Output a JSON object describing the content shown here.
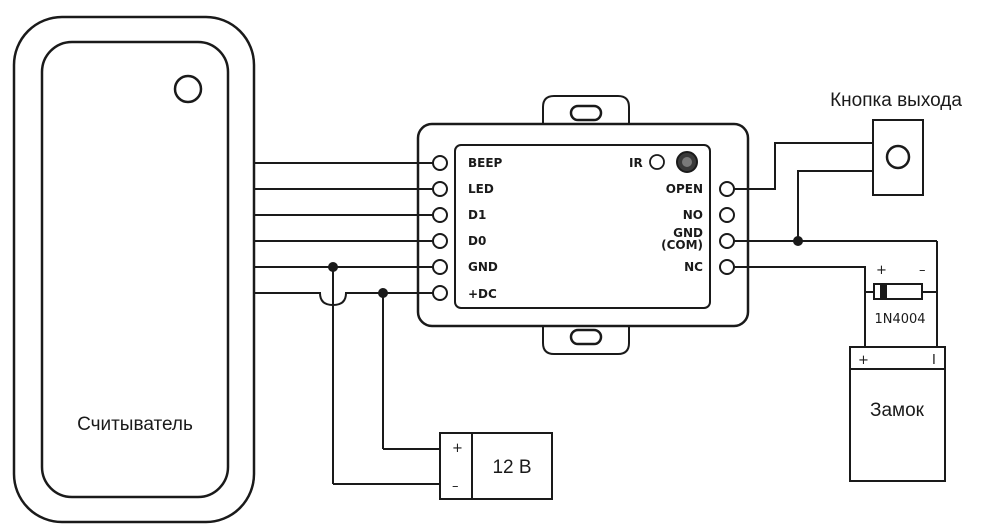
{
  "reader": {
    "label": "Считыватель"
  },
  "controller": {
    "left_terminals": [
      "BEEP",
      "LED",
      "D1",
      "D0",
      "GND",
      "+DC"
    ],
    "ir_label": "IR",
    "right_terminals": [
      "OPEN",
      "NO",
      "GND",
      "(COM)",
      "NC"
    ]
  },
  "exit_button": {
    "label": "Кнопка выхода"
  },
  "diode": {
    "label": "1N4004",
    "plus": "+",
    "minus": "–"
  },
  "lock": {
    "label": "Замок",
    "plus": "+",
    "minus": "I"
  },
  "power": {
    "label": "12 В",
    "plus": "+",
    "minus": "–"
  }
}
